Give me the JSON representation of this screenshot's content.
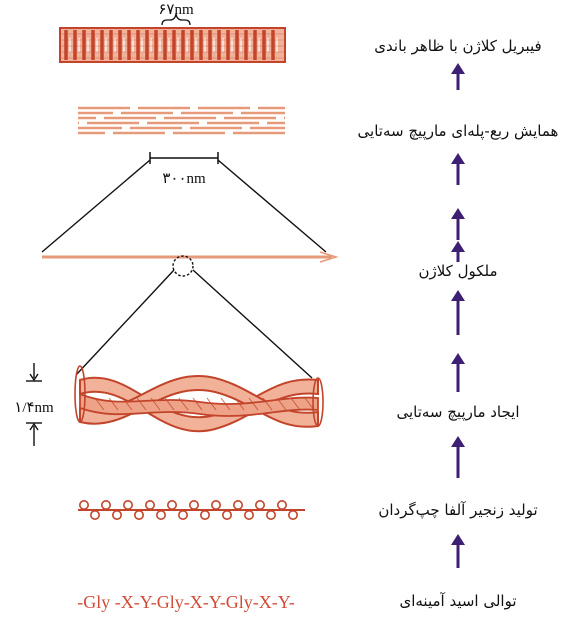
{
  "colors": {
    "salmon": "#e79a7a",
    "salmon_fill": "#f2b29a",
    "dark_red": "#c2452b",
    "arrow": "#3d1f74",
    "sequence_red": "#d24b36",
    "line": "#111111"
  },
  "stages": [
    {
      "label": "فیبریل کلاژن با ظاهر باندی"
    },
    {
      "label": "همایش ربع-پله‌ای مارپیچ سه‌تایی"
    },
    {
      "label": "ملکول کلاژن"
    },
    {
      "label": "ایجاد مارپیچ سه‌تایی"
    },
    {
      "label": "تولید زنجیر آلفا چپ‌گردان"
    },
    {
      "label": "توالی اسید آمینه‌ای"
    }
  ],
  "measurements": {
    "fibril_period": "۶۷nm",
    "molecule_length": "۳۰۰nm",
    "helix_diameter": "۱/۴nm"
  },
  "sequence": "-Gly -X-Y-Gly-X-Y-Gly-X-Y-"
}
